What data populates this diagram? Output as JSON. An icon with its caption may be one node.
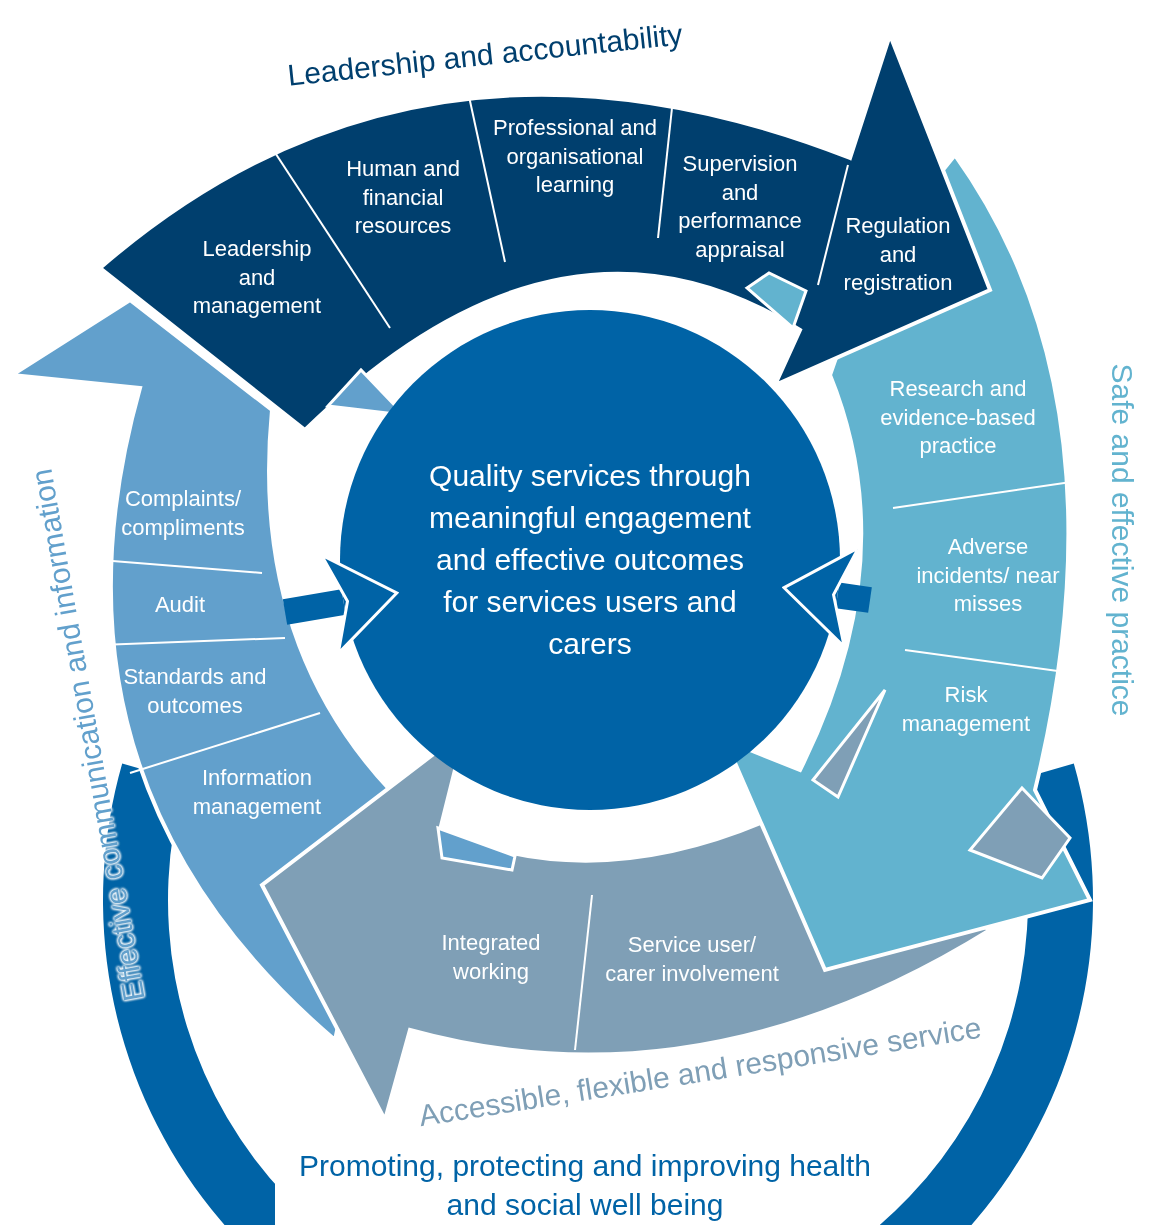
{
  "diagram": {
    "nodes": [
      {
        "text": [
          "Leadership and accountability"
        ]
      },
      {
        "text": [
          "Leadership and management"
        ],
        "in": 0
      },
      {
        "text": [
          "Human and financial resources"
        ],
        "in": 0
      },
      {
        "text": [
          "Professional and organisational learning"
        ],
        "in": 0
      },
      {
        "text": [
          "Supervision and performance appraisal"
        ],
        "in": 0
      },
      {
        "text": [
          "Regulation and registration"
        ]
      },
      {
        "text": [
          "Safe and effective practice"
        ]
      },
      {
        "text": [
          "Research and evidence-based practice"
        ],
        "in": 6
      },
      {
        "text": [
          "Adverse incidents/ near misses"
        ],
        "in": 6
      },
      {
        "text": [
          "Risk management"
        ],
        "in": 6
      },
      {
        "text": [
          "Accessible, flexible and responsive service"
        ]
      },
      {
        "text": [
          "Integrated working"
        ],
        "in": 10
      },
      {
        "text": [
          "Service user/ carer involvement"
        ],
        "in": 10
      },
      {
        "text": [
          "Effective communication and information"
        ]
      },
      {
        "text": [
          "Complaints/ compliments"
        ],
        "in": 13
      },
      {
        "text": [
          "Audit"
        ],
        "in": 13
      },
      {
        "text": [
          "Standards and outcomes"
        ],
        "in": 13
      },
      {
        "text": [
          "Information management"
        ],
        "in": 13
      },
      {
        "text": [
          "Quality services through meaningful engagement and effective outcomes for services users and carers"
        ]
      },
      {
        "text": [
          "Promoting, protecting and improving health and social well being"
        ]
      }
    ],
    "edges": [
      {
        "from": 13,
        "to": 18,
        "arrow": "to"
      },
      {
        "from": 6,
        "to": 18,
        "arrow": "to"
      }
    ]
  }
}
